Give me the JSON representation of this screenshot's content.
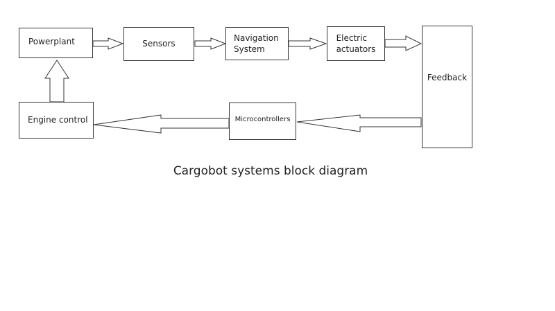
{
  "boxes": {
    "powerplant": "Powerplant",
    "sensors": "Sensors",
    "navigation": "Navigation\nSystem",
    "electric": "Electric\nactuators",
    "feedback": "Feedback",
    "engine": "Engine control",
    "micro": "Microcontrollers"
  },
  "caption": "Cargobot systems block diagram",
  "colors": {
    "stroke": "#333333",
    "background": "#ffffff"
  }
}
